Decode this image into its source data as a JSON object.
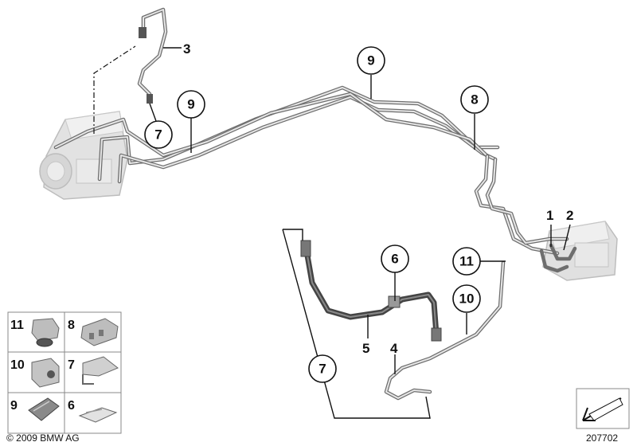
{
  "callouts": {
    "c1": "1",
    "c2": "2",
    "c3": "3",
    "c4": "4",
    "c5": "5",
    "c6": "6",
    "c7a": "7",
    "c7b": "7",
    "c8": "8",
    "c9a": "9",
    "c9b": "9",
    "c10": "10",
    "c11": "11"
  },
  "legend": {
    "cells": [
      {
        "num": "11"
      },
      {
        "num": "8"
      },
      {
        "num": "10"
      },
      {
        "num": "7"
      },
      {
        "num": "9"
      },
      {
        "num": "6"
      }
    ]
  },
  "footer": {
    "copyright": "© 2009 BMW AG",
    "diagram_id": "207702"
  },
  "colors": {
    "pipe": "#6e6e6e",
    "hose": "#444444",
    "line": "#111111"
  }
}
